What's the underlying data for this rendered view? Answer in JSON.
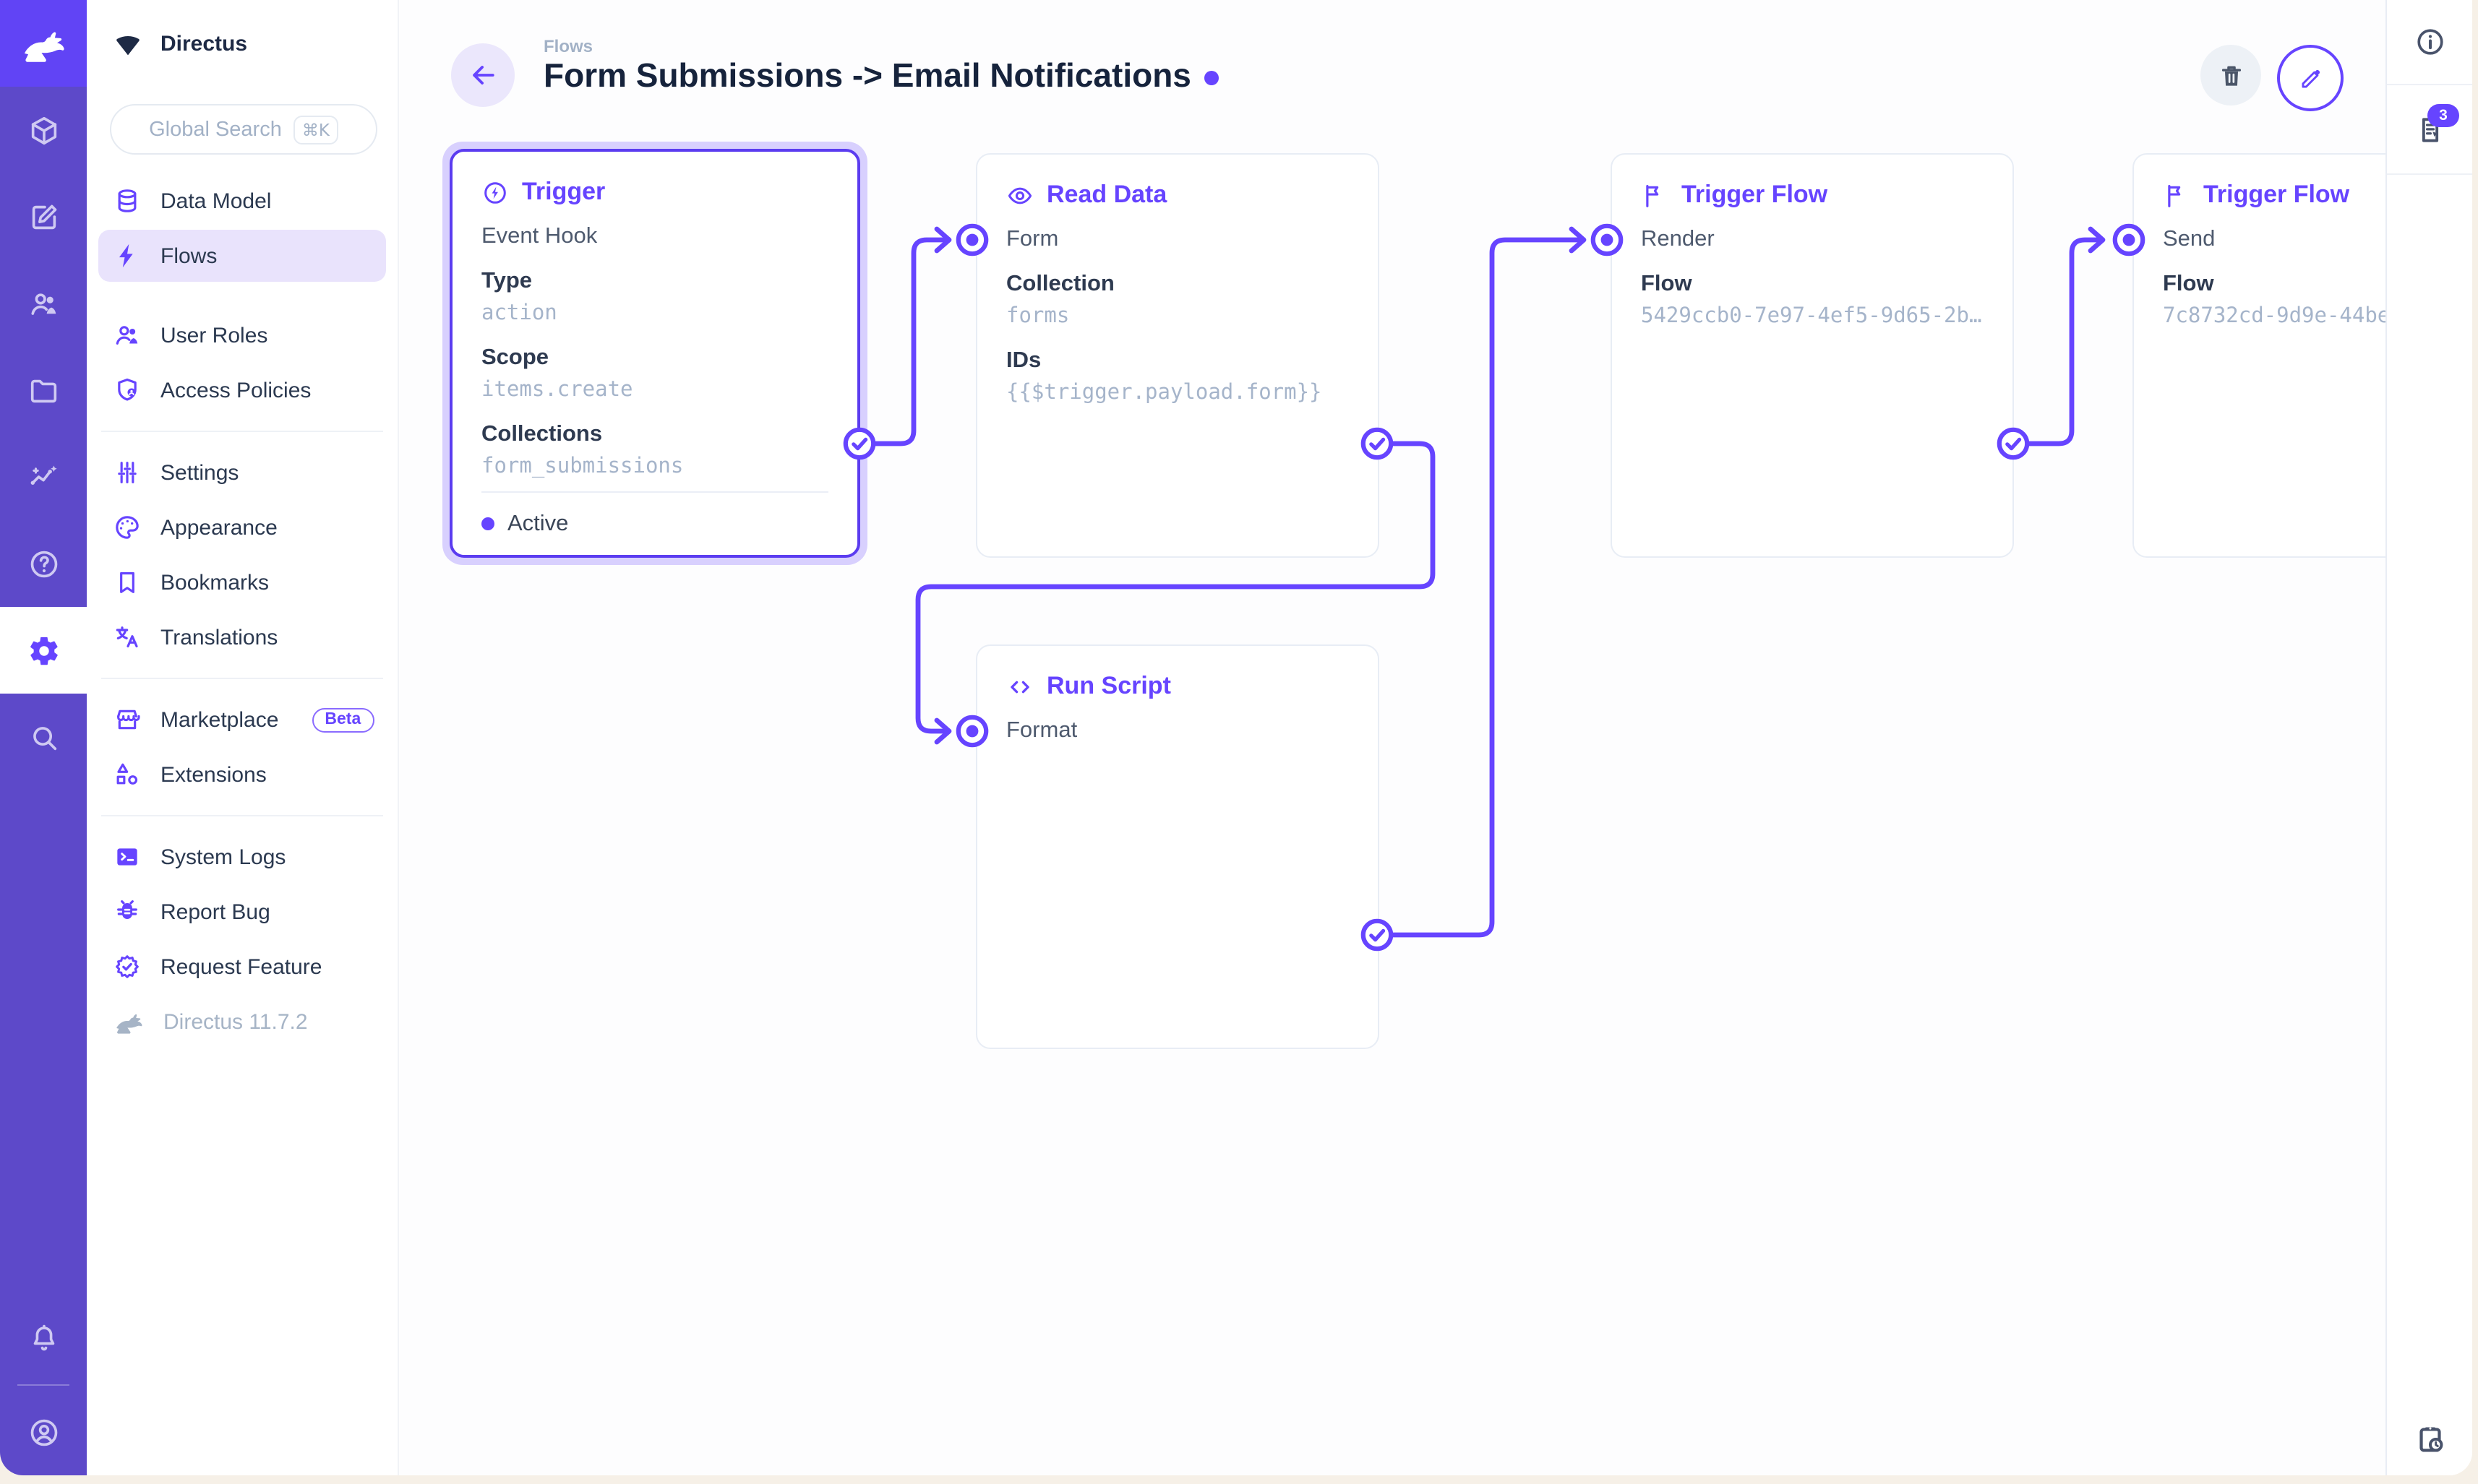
{
  "accent": "#6644ff",
  "module_bar": {
    "logo_icon": "rabbit",
    "modules": [
      {
        "name": "content",
        "icon": "box"
      },
      {
        "name": "editor",
        "icon": "compose"
      },
      {
        "name": "users",
        "icon": "people"
      },
      {
        "name": "files",
        "icon": "folder"
      },
      {
        "name": "insights",
        "icon": "insights"
      },
      {
        "name": "docs",
        "icon": "help"
      },
      {
        "name": "settings",
        "icon": "gear"
      },
      {
        "name": "search",
        "icon": "search"
      }
    ],
    "bottom": [
      {
        "name": "notifications",
        "icon": "bell"
      },
      {
        "name": "account",
        "icon": "user-circle"
      }
    ]
  },
  "sidebar": {
    "project_name": "Directus",
    "project_icon": "fan",
    "search": {
      "placeholder": "Global Search",
      "shortcut": "⌘K"
    },
    "groups": [
      {
        "items": [
          {
            "label": "Data Model",
            "icon": "database"
          },
          {
            "label": "Flows",
            "icon": "bolt"
          }
        ]
      },
      {
        "items": [
          {
            "label": "User Roles",
            "icon": "people"
          },
          {
            "label": "Access Policies",
            "icon": "shield-user"
          }
        ]
      },
      {
        "items": [
          {
            "label": "Settings",
            "icon": "tune"
          },
          {
            "label": "Appearance",
            "icon": "palette"
          },
          {
            "label": "Bookmarks",
            "icon": "bookmark"
          },
          {
            "label": "Translations",
            "icon": "translate"
          }
        ]
      },
      {
        "items": [
          {
            "label": "Marketplace",
            "icon": "store",
            "badge": "Beta"
          },
          {
            "label": "Extensions",
            "icon": "shapes"
          }
        ]
      },
      {
        "items": [
          {
            "label": "System Logs",
            "icon": "terminal"
          },
          {
            "label": "Report Bug",
            "icon": "bug"
          },
          {
            "label": "Request Feature",
            "icon": "badge-check"
          }
        ]
      }
    ],
    "version": "Directus 11.7.2"
  },
  "header": {
    "breadcrumb": "Flows",
    "title": "Form Submissions -> Email Notifications"
  },
  "flow": {
    "trigger": {
      "title": "Trigger",
      "icon": "bolt-circle",
      "subtitle": "Event Hook",
      "fields": [
        {
          "label": "Type",
          "value": "action"
        },
        {
          "label": "Scope",
          "value": "items.create"
        },
        {
          "label": "Collections",
          "value": "form_submissions"
        }
      ],
      "status": "Active"
    },
    "read_data": {
      "title": "Read Data",
      "icon": "eye",
      "input": "Form",
      "fields": [
        {
          "label": "Collection",
          "value": "forms"
        },
        {
          "label": "IDs",
          "value": "{{$trigger.payload.form}}"
        }
      ]
    },
    "run_script": {
      "title": "Run Script",
      "icon": "code",
      "input": "Format"
    },
    "trigger_flow_render": {
      "title": "Trigger Flow",
      "icon": "flag",
      "input": "Render",
      "fields": [
        {
          "label": "Flow",
          "value": "5429ccb0-7e97-4ef5-9d65-2b…"
        }
      ]
    },
    "trigger_flow_send": {
      "title": "Trigger Flow",
      "icon": "flag",
      "input": "Send",
      "fields": [
        {
          "label": "Flow",
          "value": "7c8732cd-9d9e-44be"
        }
      ]
    }
  },
  "right_sidebar": {
    "info_icon": "info",
    "notices_icon": "notices",
    "notices_count": "3",
    "schedule_icon": "clipboard-clock"
  }
}
